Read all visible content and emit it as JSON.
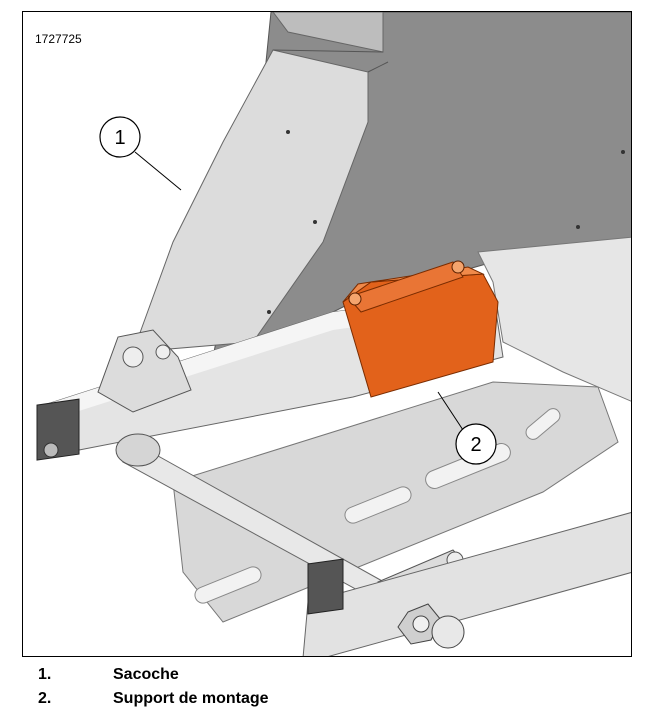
{
  "figure": {
    "id": "1727725",
    "callouts": [
      {
        "number": "1"
      },
      {
        "number": "2"
      }
    ],
    "colors": {
      "bracket": "#e2621b",
      "metal_light": "#e9e9e9",
      "metal_mid": "#c9c9c9",
      "metal_dark": "#9a9a9a",
      "bag_fill": "#8a8a8a"
    }
  },
  "legend": {
    "items": [
      {
        "number": "1.",
        "label": "Sacoche"
      },
      {
        "number": "2.",
        "label": "Support de montage"
      }
    ]
  }
}
